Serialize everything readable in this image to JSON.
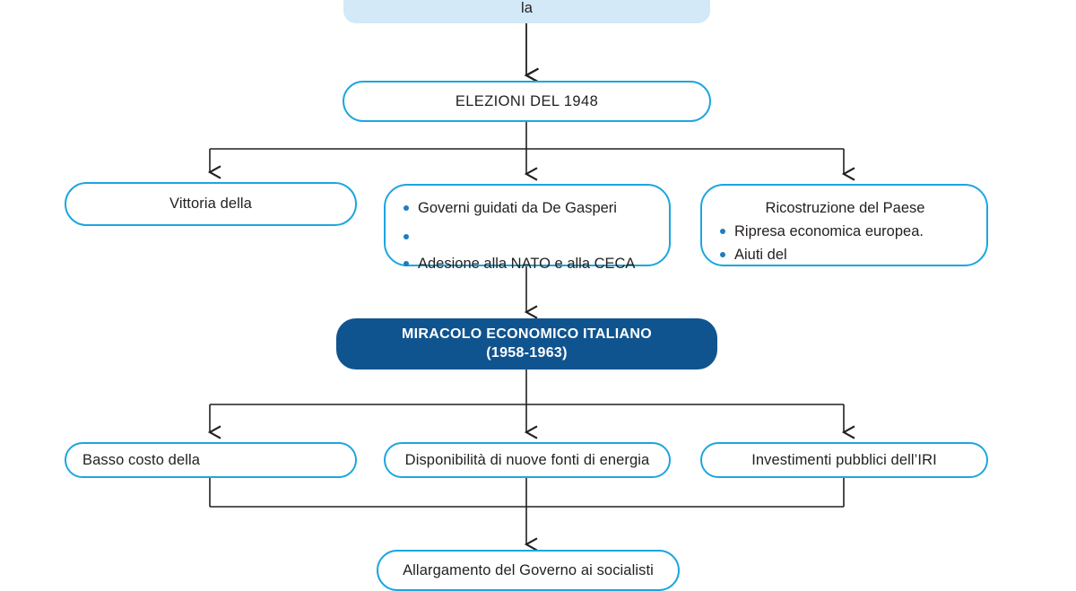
{
  "diagram": {
    "title": "Italia del dopoguerra - schema",
    "colors": {
      "node_border": "#1ba6df",
      "light_fill": "#d3e9f7",
      "dark_fill": "#10548f",
      "bullet": "#1f7cc0",
      "connector": "#231f20",
      "text": "#231f20",
      "inverse_text": "#ffffff"
    },
    "nodes": {
      "top_partial": {
        "text": "la"
      },
      "elections": {
        "text": "ELEZIONI DEL 1948"
      },
      "row2_left": {
        "text": "Vittoria della"
      },
      "row2_middle": {
        "bullets": [
          "Governi guidati da De Gasperi",
          "",
          "Adesione alla NATO e alla CECA"
        ]
      },
      "row2_right": {
        "title": "Ricostruzione del Paese",
        "bullets": [
          "Ripresa economica europea.",
          "Aiuti del"
        ]
      },
      "miracle": {
        "line1": "MIRACOLO ECONOMICO ITALIANO",
        "line2": "(1958-1963)"
      },
      "row4_left": {
        "text": "Basso costo della"
      },
      "row4_middle": {
        "text": "Disponibilità di nuove fonti di energia"
      },
      "row4_right": {
        "text": "Investimenti pubblici dell’IRI"
      },
      "bottom_partial": {
        "text": "Allargamento del Governo ai socialisti"
      }
    }
  }
}
